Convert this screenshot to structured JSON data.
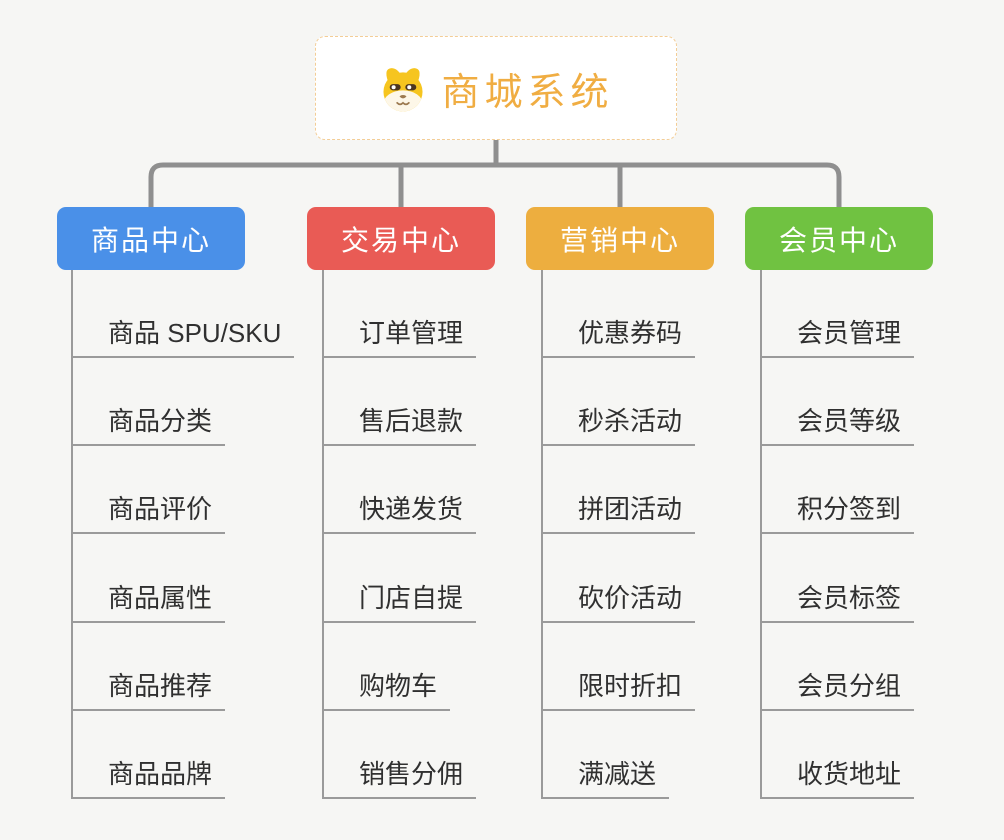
{
  "root": {
    "title": "商城系统",
    "icon": "shiba-dog-icon"
  },
  "branches": [
    {
      "label": "商品中心",
      "color": "#4a90e8",
      "children": [
        "商品 SPU/SKU",
        "商品分类",
        "商品评价",
        "商品属性",
        "商品推荐",
        "商品品牌"
      ]
    },
    {
      "label": "交易中心",
      "color": "#e95b55",
      "children": [
        "订单管理",
        "售后退款",
        "快递发货",
        "门店自提",
        "购物车",
        "销售分佣"
      ]
    },
    {
      "label": "营销中心",
      "color": "#edae3f",
      "children": [
        "优惠券码",
        "秒杀活动",
        "拼团活动",
        "砍价活动",
        "限时折扣",
        "满减送"
      ]
    },
    {
      "label": "会员中心",
      "color": "#70c241",
      "children": [
        "会员管理",
        "会员等级",
        "积分签到",
        "会员标签",
        "会员分组",
        "收货地址"
      ]
    }
  ],
  "colors": {
    "background": "#f6f6f4",
    "connector": "#8f8f8f",
    "trunk": "#9a9a9a",
    "leaf_text": "#303030",
    "root_text": "#f0ad42",
    "root_border": "#f3cd96",
    "node_text": "#ffffff"
  }
}
